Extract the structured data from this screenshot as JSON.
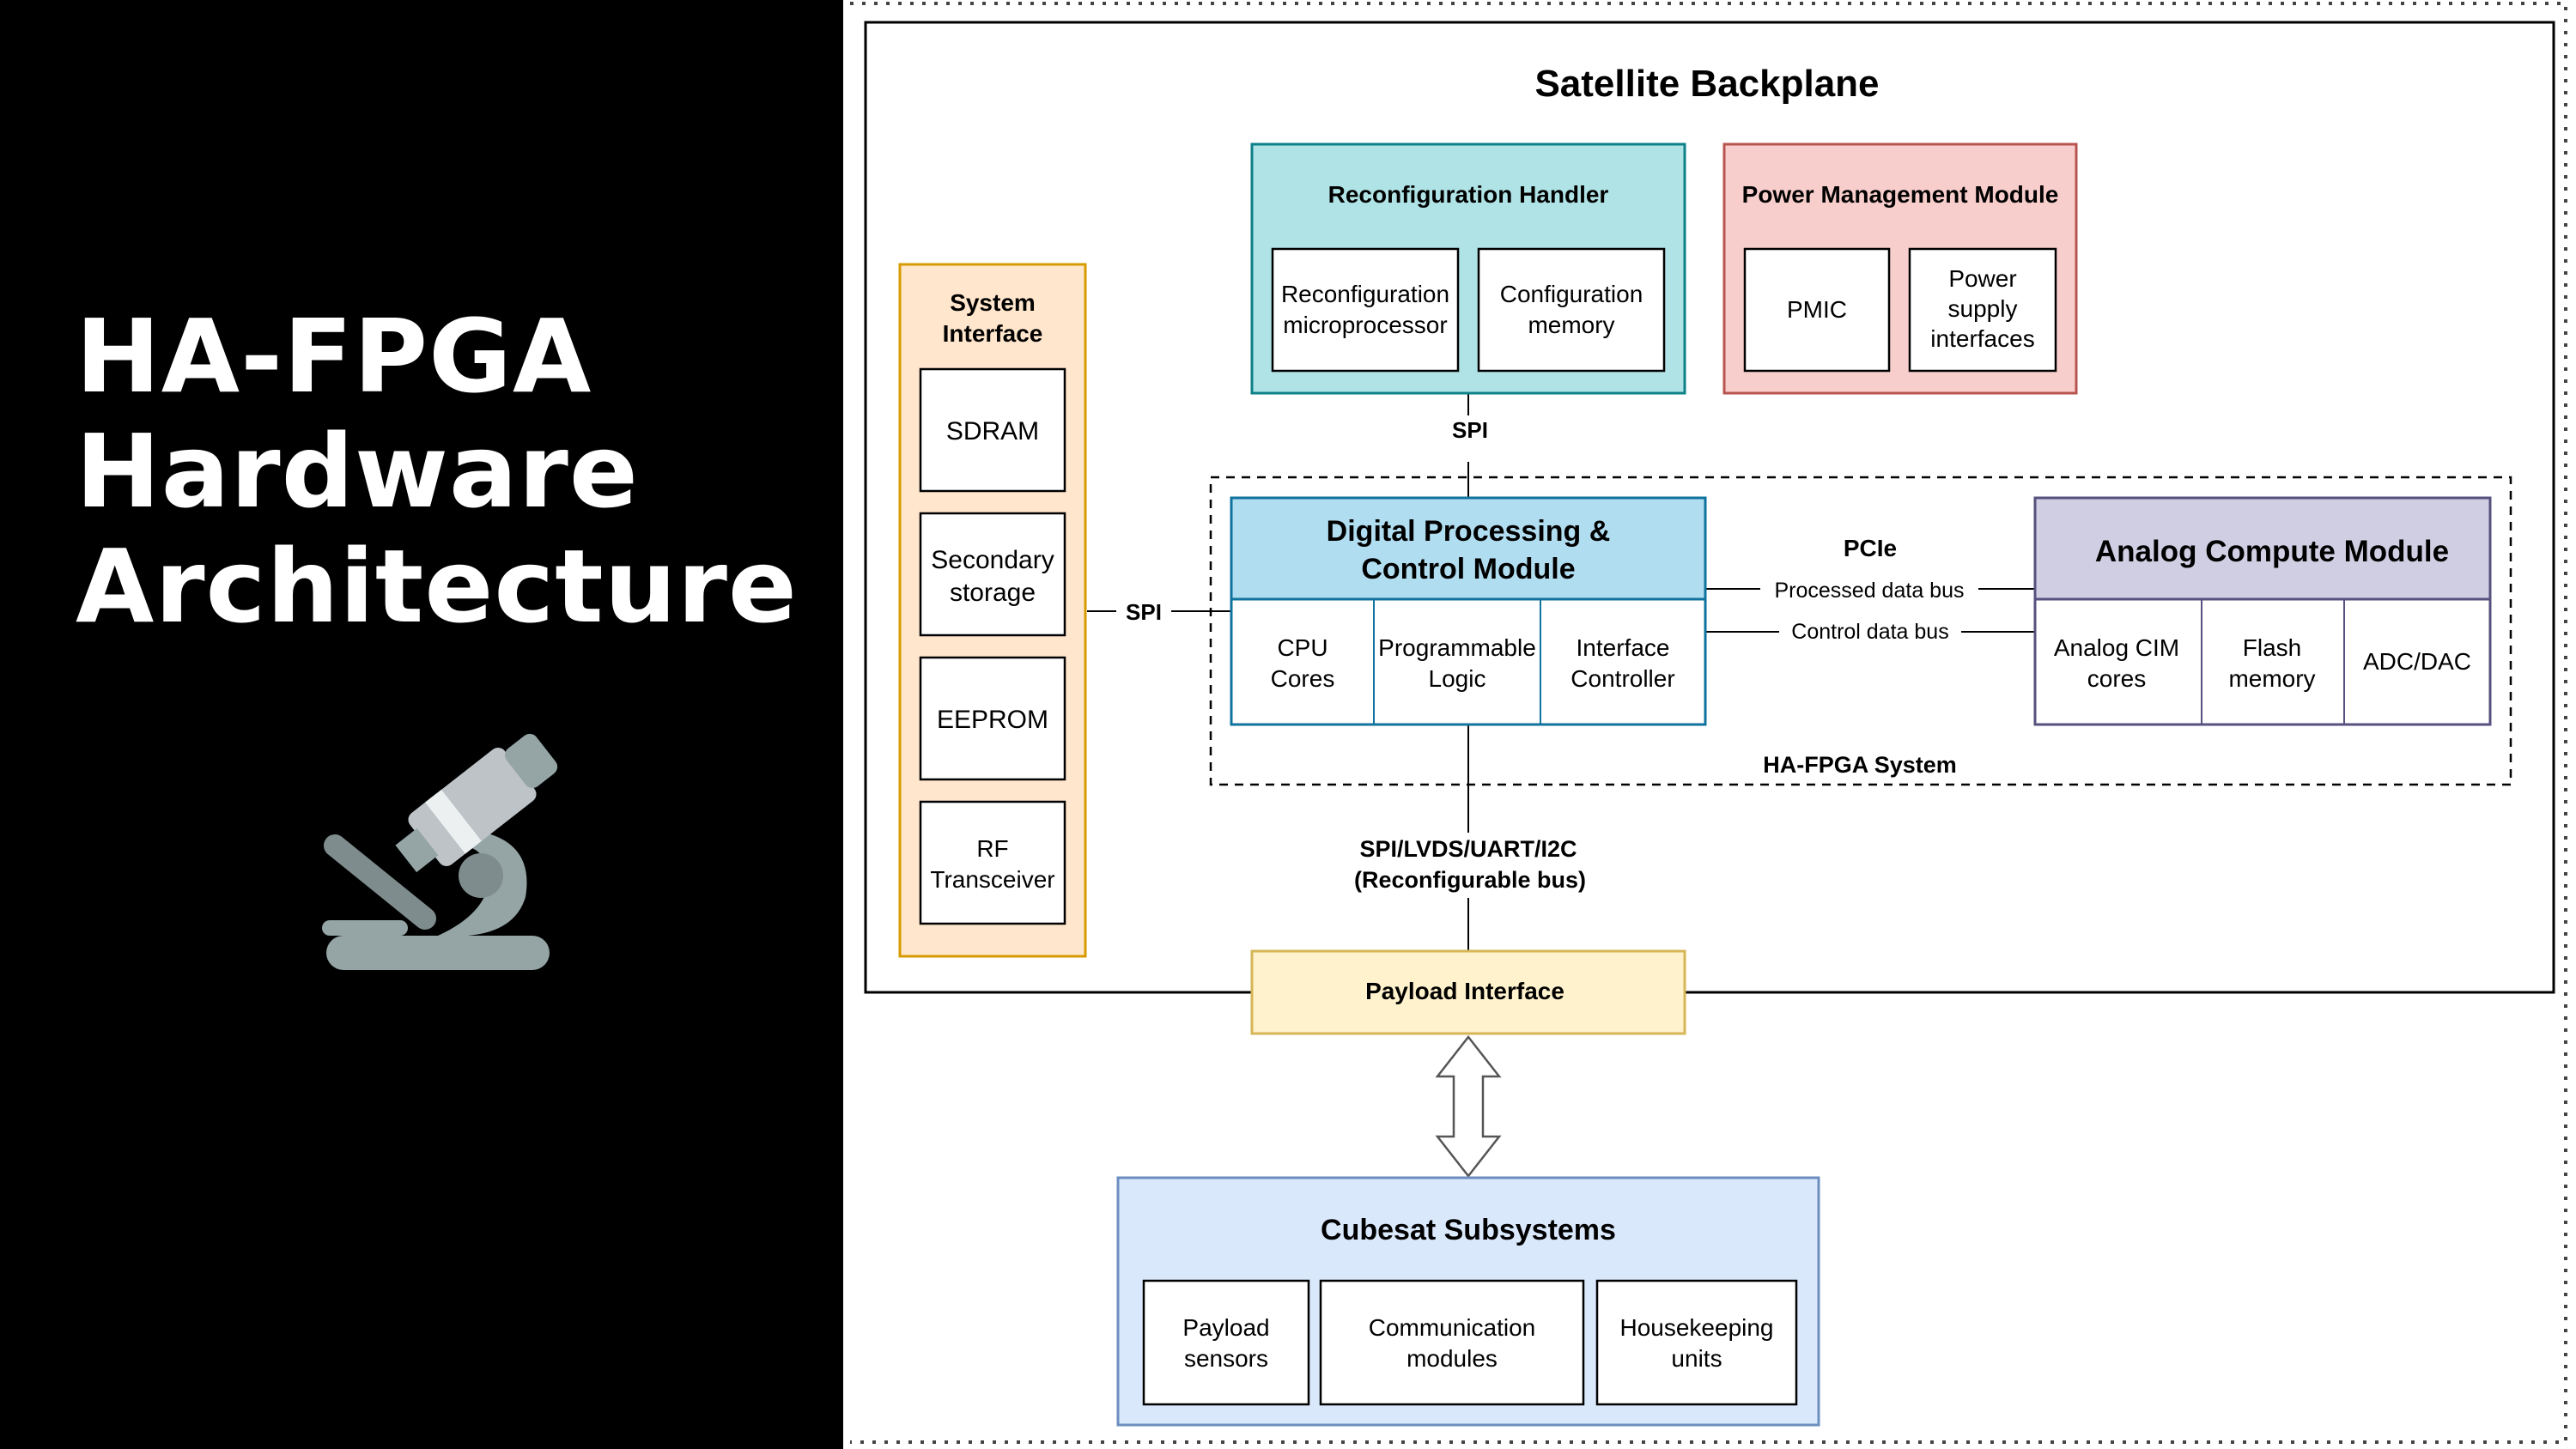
{
  "slide": {
    "title_lines": [
      "HA-FPGA",
      "Hardware",
      "Architecture"
    ]
  },
  "icon": "microscope-icon",
  "colors": {
    "left_panel": "#000000",
    "reconfig_fill": "#b0e3e6",
    "reconfig_border": "#0e8088",
    "power_fill": "#f8cecc",
    "power_border": "#b85450",
    "sysif_fill": "#ffe6cc",
    "sysif_border": "#d79b00",
    "digital_fill": "#b1ddf0",
    "digital_border": "#10739e",
    "analog_fill": "#d0cee2",
    "analog_border": "#56517e",
    "payload_fill": "#fff2cc",
    "payload_border": "#d6b656",
    "cubesat_fill": "#dae8fc",
    "cubesat_border": "#6c8ebf"
  },
  "diagram": {
    "backplane_title": "Satellite Backplane",
    "reconfig": {
      "title": "Reconfiguration Handler",
      "items": [
        [
          "Reconfiguration",
          "microprocessor"
        ],
        [
          "Configuration",
          "memory"
        ]
      ]
    },
    "power": {
      "title": "Power Management Module",
      "items": [
        [
          "PMIC"
        ],
        [
          "Power",
          "supply",
          "interfaces"
        ]
      ]
    },
    "system_interface": {
      "title": [
        "System",
        "Interface"
      ],
      "items": [
        [
          "SDRAM"
        ],
        [
          "Secondary",
          "storage"
        ],
        [
          "EEPROM"
        ],
        [
          "RF",
          "Transceiver"
        ]
      ]
    },
    "digital": {
      "title": [
        "Digital Processing &",
        "Control Module"
      ],
      "items": [
        [
          "CPU",
          "Cores"
        ],
        [
          "Programmable",
          "Logic"
        ],
        [
          "Interface",
          "Controller"
        ]
      ]
    },
    "analog": {
      "title": "Analog Compute Module",
      "items": [
        [
          "Analog CIM",
          "cores"
        ],
        [
          "Flash",
          "memory"
        ],
        [
          "ADC/DAC"
        ]
      ]
    },
    "system_label": "HA-FPGA System",
    "links": {
      "spi_top": "SPI",
      "spi_left": "SPI",
      "pcie": "PCIe",
      "processed_bus": "Processed data bus",
      "control_bus": "Control data bus",
      "bottom_bus": [
        "SPI/LVDS/UART/I2C",
        "(Reconfigurable bus)"
      ]
    },
    "payload_interface": "Payload Interface",
    "cubesat": {
      "title": "Cubesat Subsystems",
      "items": [
        [
          "Payload",
          "sensors"
        ],
        [
          "Communication",
          "modules"
        ],
        [
          "Housekeeping",
          "units"
        ]
      ]
    }
  }
}
